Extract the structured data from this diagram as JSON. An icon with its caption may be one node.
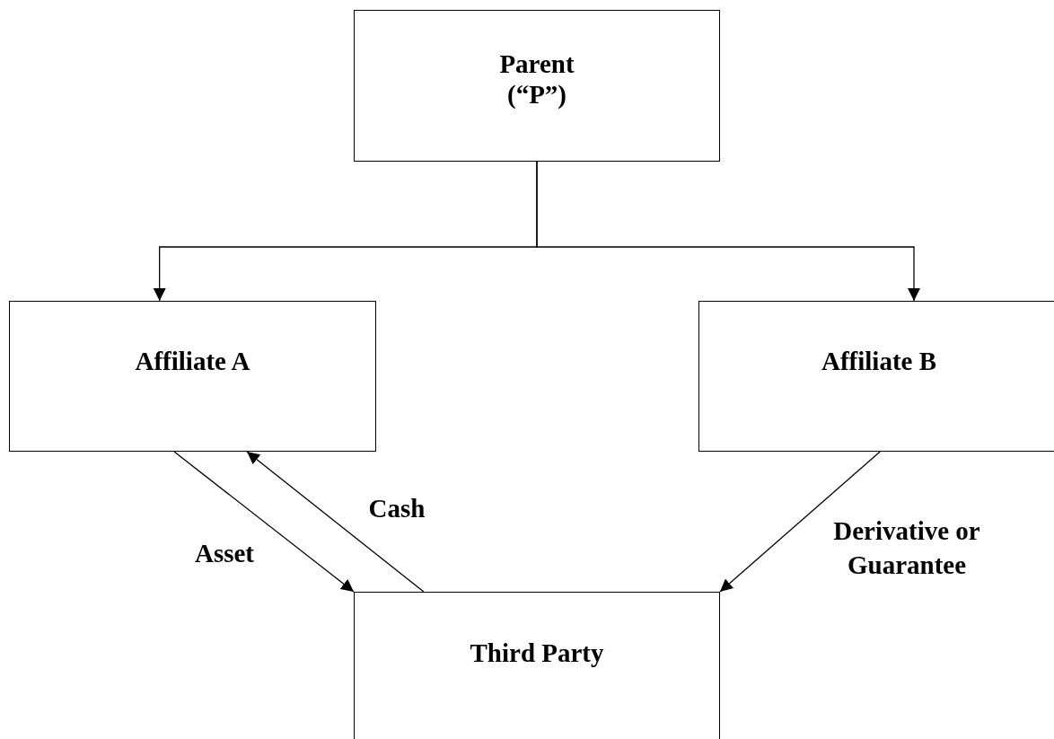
{
  "diagram": {
    "nodes": [
      {
        "text": [
          "Parent (“P”)"
        ]
      },
      {
        "text": [
          "Affiliate A"
        ]
      },
      {
        "text": [
          "Affiliate B"
        ]
      },
      {
        "text": [
          "Third Party"
        ]
      }
    ],
    "edges": [
      {
        "from": 0,
        "to": 1,
        "arrow": "to"
      },
      {
        "from": 0,
        "to": 2,
        "arrow": "to"
      },
      {
        "from": 1,
        "to": 3,
        "arrow": "to",
        "label": "Asset"
      },
      {
        "from": 3,
        "to": 1,
        "arrow": "to",
        "label": "Cash"
      },
      {
        "from": 2,
        "to": 3,
        "arrow": "to",
        "label": "Derivative or Guarantee"
      }
    ]
  }
}
